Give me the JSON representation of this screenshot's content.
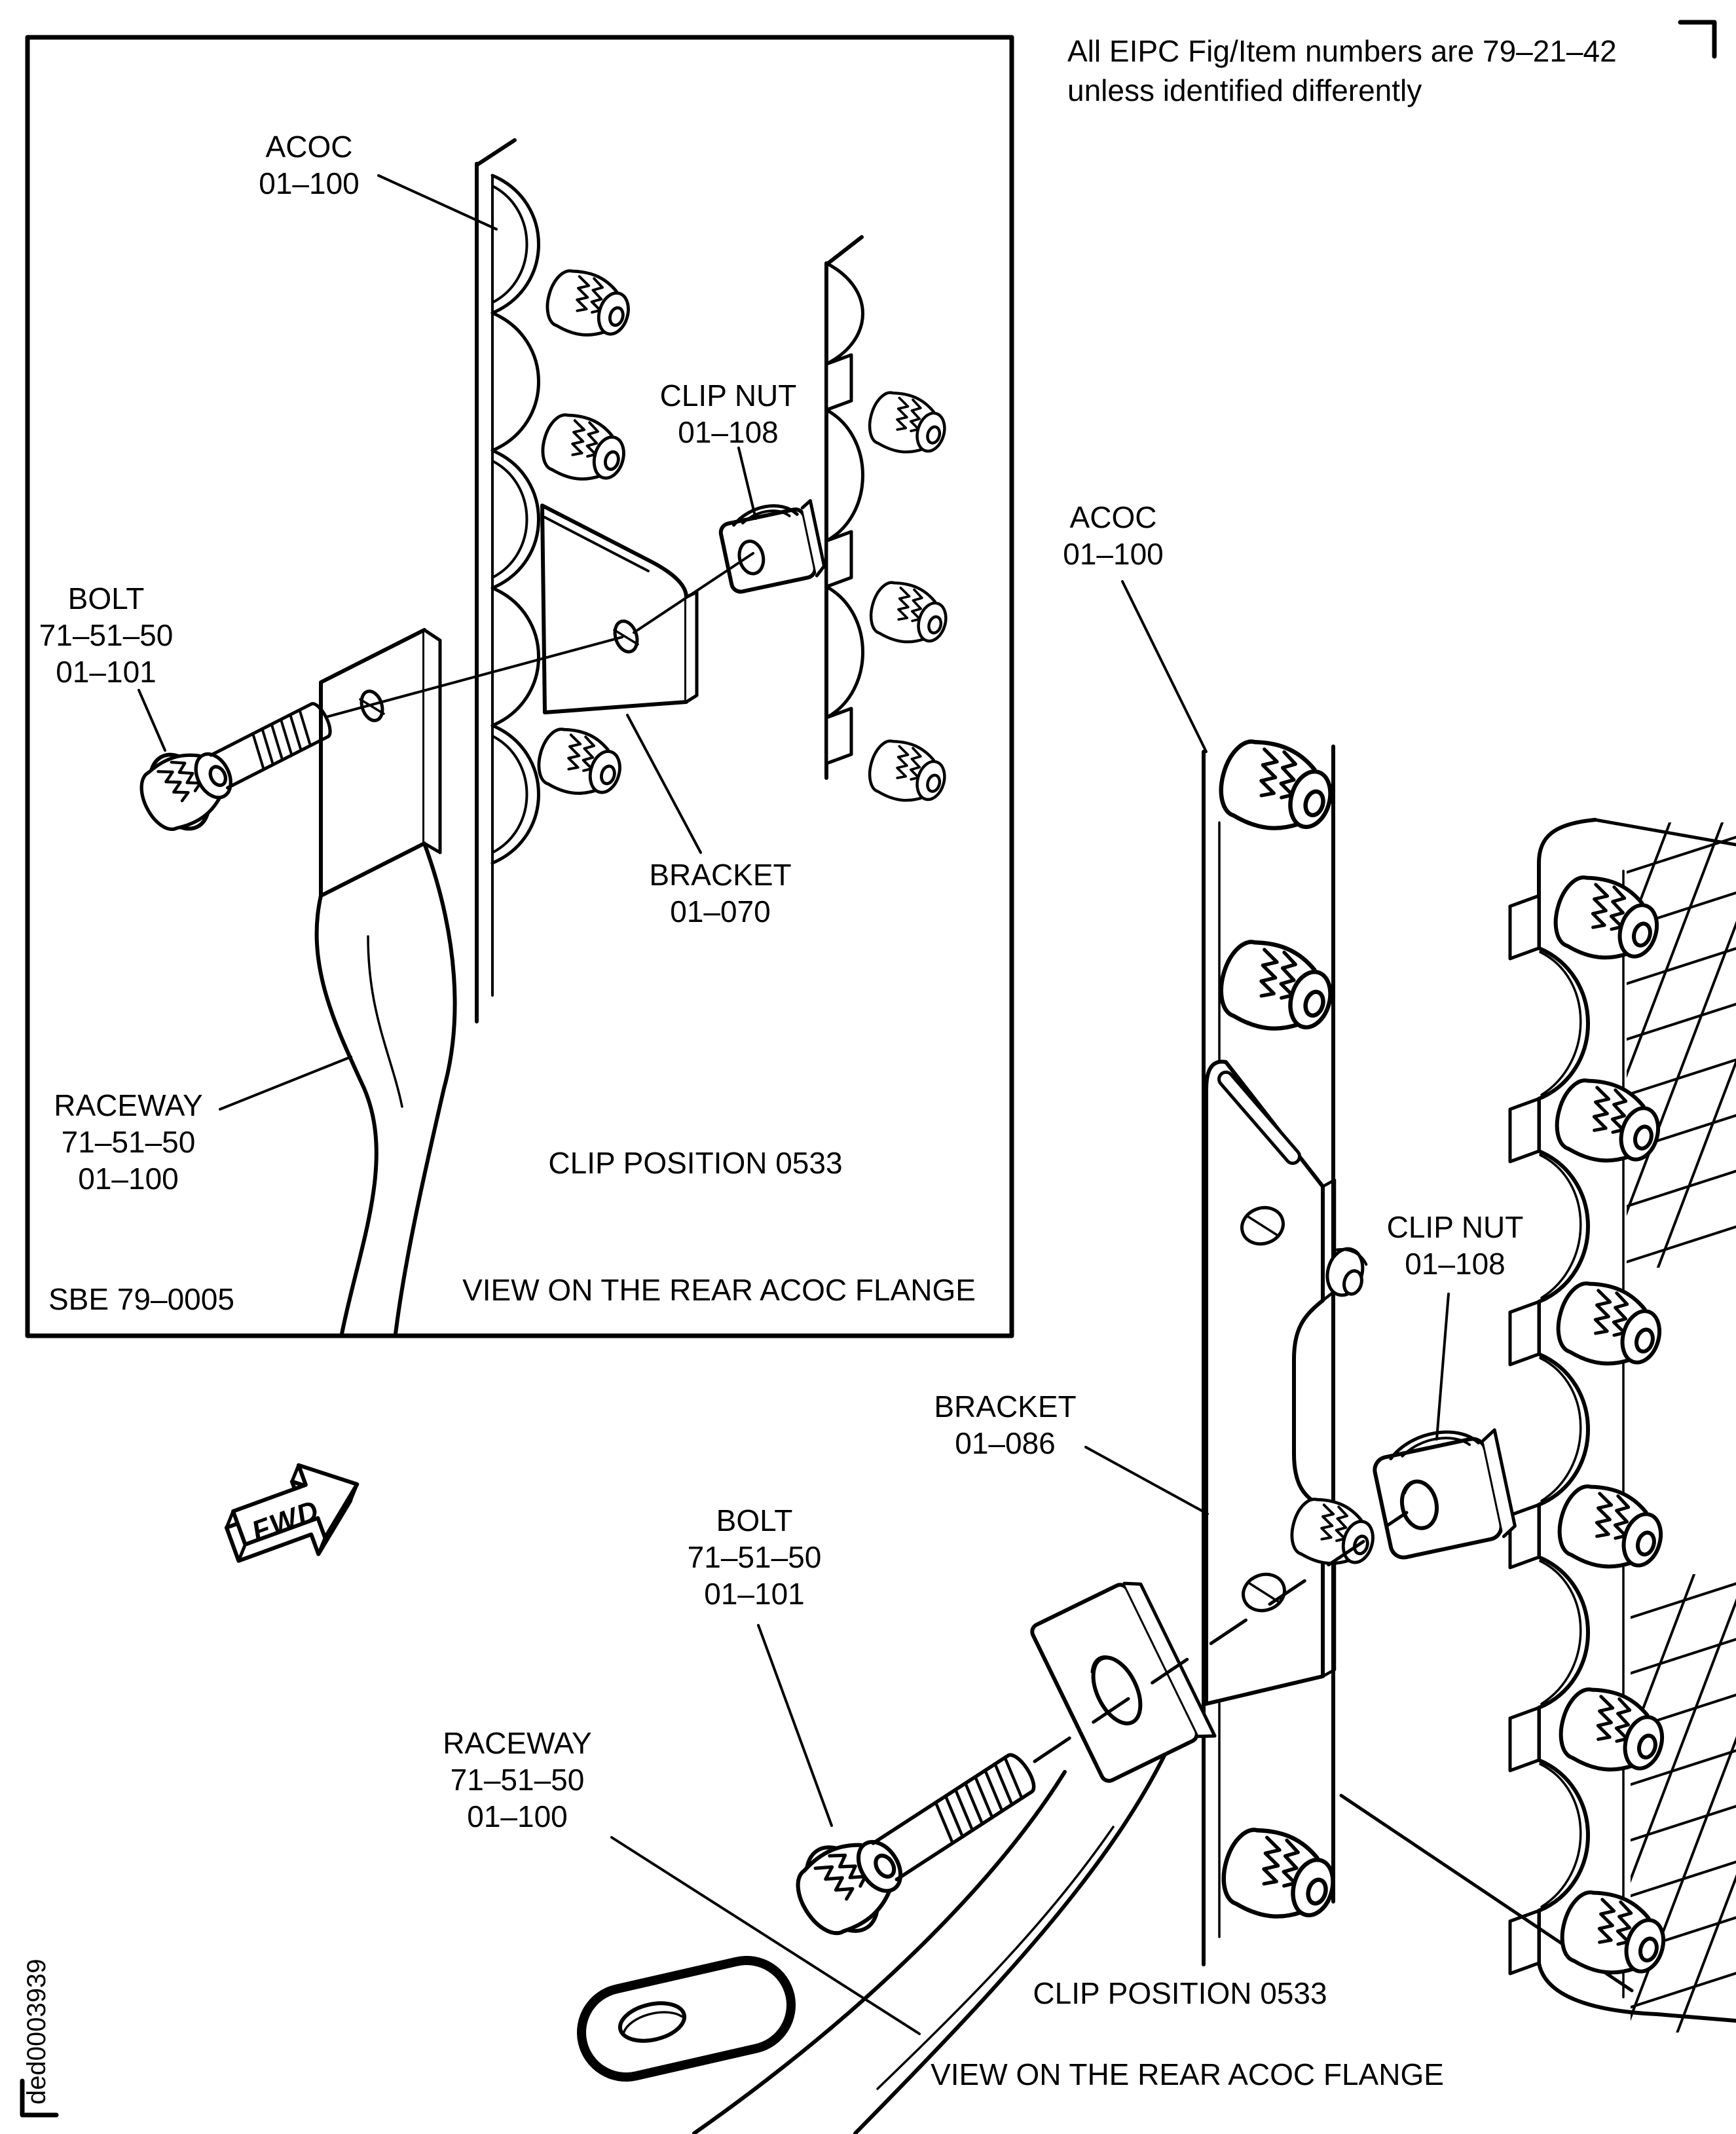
{
  "note": {
    "line1": "All EIPC Fig/Item numbers are 79–21–42",
    "line2": "unless identified differently"
  },
  "doc_number": "ded0003939",
  "inset_view": {
    "labels": {
      "acoc": [
        "ACOC",
        "01–100"
      ],
      "clip_nut": [
        "CLIP NUT",
        "01–108"
      ],
      "bolt": [
        "BOLT",
        "71–51–50",
        "01–101"
      ],
      "bracket": [
        "BRACKET",
        "01–070"
      ],
      "raceway": [
        "RACEWAY",
        "71–51–50",
        "01–100"
      ]
    },
    "clip_position": "CLIP POSITION 0533",
    "caption": "VIEW ON THE REAR ACOC FLANGE",
    "figure_ref": "SBE 79–0005"
  },
  "main_view": {
    "labels": {
      "acoc": [
        "ACOC",
        "01–100"
      ],
      "clip_nut": [
        "CLIP NUT",
        "01–108"
      ],
      "bracket": [
        "BRACKET",
        "01–086"
      ],
      "bolt": [
        "BOLT",
        "71–51–50",
        "01–101"
      ],
      "raceway": [
        "RACEWAY",
        "71–51–50",
        "01–100"
      ]
    },
    "fwd_marker": "FWD",
    "clip_position": "CLIP POSITION 0533",
    "caption": "VIEW ON THE REAR ACOC FLANGE"
  }
}
